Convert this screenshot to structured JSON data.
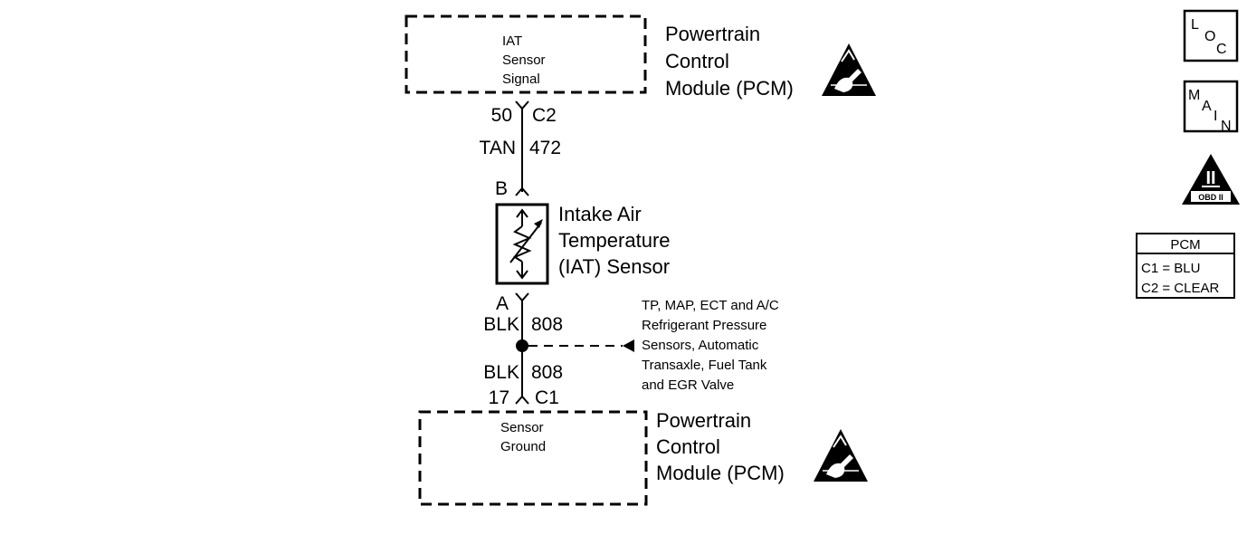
{
  "pcm_top": {
    "inner_lines": [
      "IAT",
      "Sensor",
      "Signal"
    ],
    "module_lines": [
      "Powertrain",
      "Control",
      "Module (PCM)"
    ]
  },
  "pcm_bottom": {
    "inner_lines": [
      "Sensor",
      "Ground"
    ],
    "module_lines": [
      "Powertrain",
      "Control",
      "Module (PCM)"
    ]
  },
  "signal_wire": {
    "pin": "50",
    "connector": "C2",
    "color": "TAN",
    "circuit": "472",
    "sensor_terminal": "B"
  },
  "sensor": {
    "name_lines": [
      "Intake Air",
      "Temperature",
      "(IAT) Sensor"
    ]
  },
  "ground_wire": {
    "sensor_terminal": "A",
    "upper_color": "BLK",
    "upper_circuit": "808",
    "lower_color": "BLK",
    "lower_circuit": "808",
    "pin": "17",
    "connector": "C1"
  },
  "shared_ground_note": [
    "TP, MAP, ECT and A/C",
    "Refrigerant Pressure",
    "Sensors, Automatic",
    "Transaxle, Fuel Tank",
    "and EGR Valve"
  ],
  "side_icons": {
    "loc": [
      "L",
      "O",
      "C"
    ],
    "main": [
      "M",
      "A",
      "I",
      "N"
    ],
    "obd": {
      "numeral": "II",
      "label": "OBD II"
    }
  },
  "connector_legend": {
    "title": "PCM",
    "rows": [
      "C1 = BLU",
      "C2 = CLEAR"
    ]
  }
}
